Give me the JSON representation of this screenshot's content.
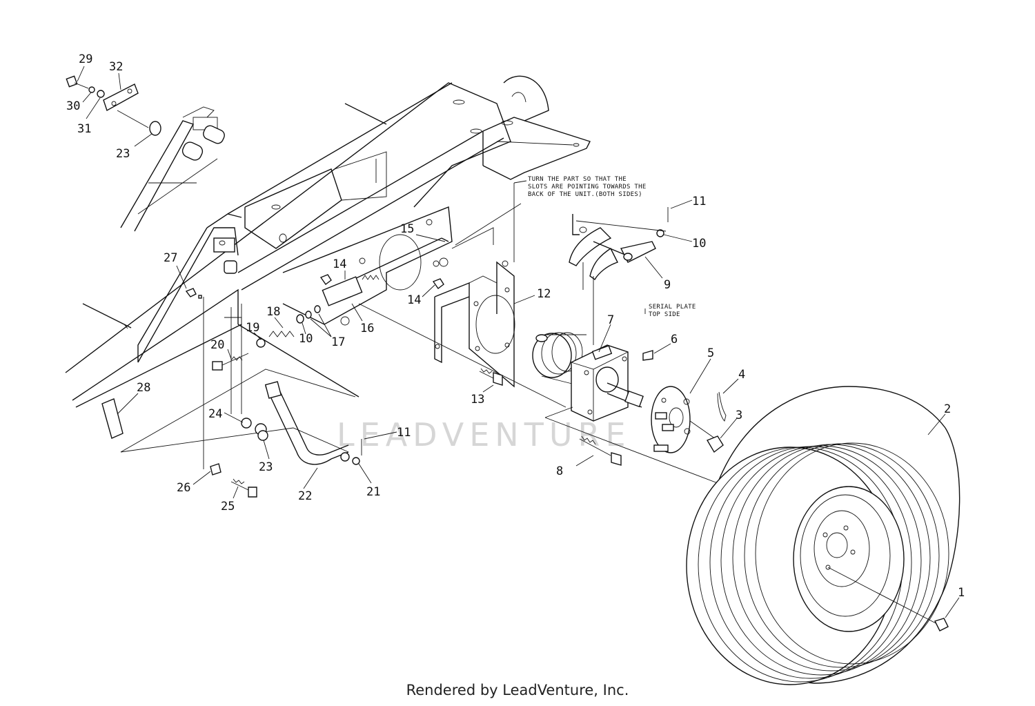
{
  "watermark": "LEADVENTURE",
  "footer": "Rendered by LeadVenture, Inc.",
  "notes": {
    "slots_line1": "TURN THE PART SO THAT THE",
    "slots_line2": "SLOTS ARE POINTING TOWARDS THE",
    "slots_line3": "BACK OF THE UNIT.(BOTH SIDES)",
    "serial_line1": "SERIAL PLATE",
    "serial_line2": "TOP SIDE"
  },
  "callouts": [
    {
      "id": "1",
      "label": "1"
    },
    {
      "id": "2",
      "label": "2"
    },
    {
      "id": "3",
      "label": "3"
    },
    {
      "id": "4",
      "label": "4"
    },
    {
      "id": "5",
      "label": "5"
    },
    {
      "id": "6",
      "label": "6"
    },
    {
      "id": "7",
      "label": "7"
    },
    {
      "id": "8",
      "label": "8"
    },
    {
      "id": "9",
      "label": "9"
    },
    {
      "id": "10a",
      "label": "10"
    },
    {
      "id": "10b",
      "label": "10"
    },
    {
      "id": "11a",
      "label": "11"
    },
    {
      "id": "11b",
      "label": "11"
    },
    {
      "id": "12",
      "label": "12"
    },
    {
      "id": "13",
      "label": "13"
    },
    {
      "id": "14a",
      "label": "14"
    },
    {
      "id": "14b",
      "label": "14"
    },
    {
      "id": "15",
      "label": "15"
    },
    {
      "id": "16",
      "label": "16"
    },
    {
      "id": "17",
      "label": "17"
    },
    {
      "id": "18",
      "label": "18"
    },
    {
      "id": "19",
      "label": "19"
    },
    {
      "id": "20",
      "label": "20"
    },
    {
      "id": "21",
      "label": "21"
    },
    {
      "id": "22",
      "label": "22"
    },
    {
      "id": "23a",
      "label": "23"
    },
    {
      "id": "23b",
      "label": "23"
    },
    {
      "id": "24",
      "label": "24"
    },
    {
      "id": "25",
      "label": "25"
    },
    {
      "id": "26",
      "label": "26"
    },
    {
      "id": "27",
      "label": "27"
    },
    {
      "id": "28",
      "label": "28"
    },
    {
      "id": "29",
      "label": "29"
    },
    {
      "id": "30",
      "label": "30"
    },
    {
      "id": "31",
      "label": "31"
    },
    {
      "id": "32",
      "label": "32"
    }
  ]
}
